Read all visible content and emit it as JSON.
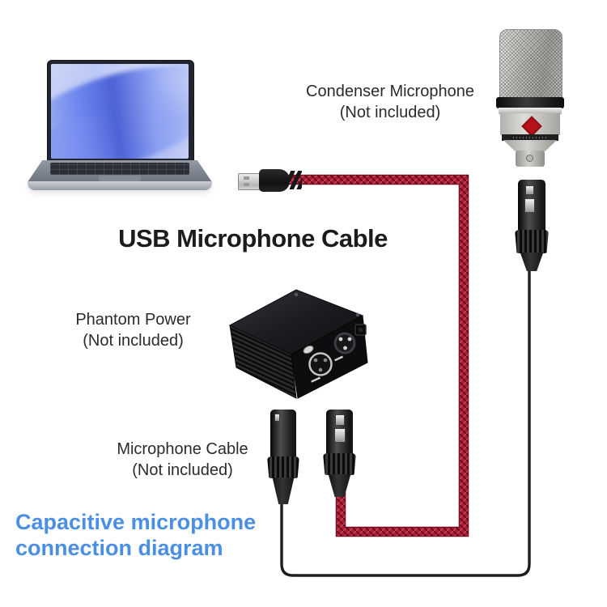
{
  "title": "USB Microphone Cable",
  "labels": {
    "condenser": {
      "line1": "Condenser Microphone",
      "line2": "(Not included)"
    },
    "phantom": {
      "line1": "Phantom Power",
      "line2": "(Not included)"
    },
    "mic_cable": {
      "line1": "Microphone Cable",
      "line2": "(Not included)"
    }
  },
  "caption": {
    "line1": "Capacitive microphone",
    "line2": "connection diagram"
  },
  "objects": {
    "laptop": "laptop",
    "condenser_microphone": "condenser-microphone",
    "phantom_power_supply": "phantom-power-supply",
    "usb_plug": "usb-a-plug",
    "usb_cable": "red-braided-usb-microphone-cable",
    "xlr_female_under_mic": "xlr-female-connector",
    "xlr_male_bottom": "xlr-male-connector",
    "xlr_female_bottom": "xlr-female-connector",
    "black_mic_cable": "black-microphone-cable"
  },
  "colors": {
    "background": "#ffffff",
    "cable_red": "#ad1c33",
    "cable_red_dark": "#5c0c1c",
    "cable_black": "#1d1d1d",
    "text_dark": "#2b2b2b",
    "caption_blue": "#4a8fe2"
  }
}
